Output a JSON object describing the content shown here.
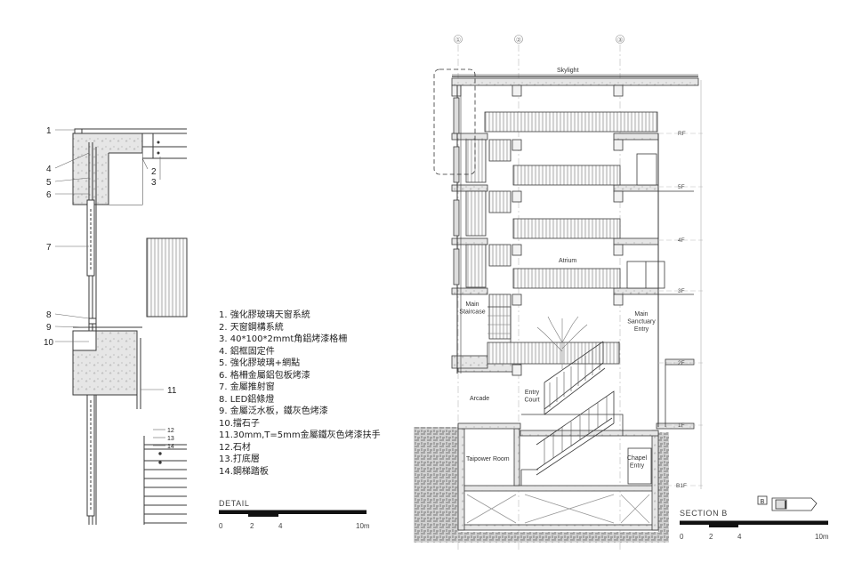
{
  "detail": {
    "callouts": [
      "1",
      "2",
      "3",
      "4",
      "5",
      "6",
      "7",
      "8",
      "9",
      "10",
      "11",
      "12",
      "13",
      "14"
    ],
    "legend": [
      "1. 強化膠玻璃天窗系統",
      "2. 天窗鋼構系統",
      "3. 40*100*2mmt角鋁烤漆格柵",
      "4. 鋁框固定件",
      "5. 強化膠玻璃+網點",
      "6. 格柵金屬鋁包板烤漆",
      "7. 金屬推射窗",
      "8. LED鋁條燈",
      "9. 金屬泛水板，鐵灰色烤漆",
      "10.擋石子",
      "11.30mm,T=5mm金屬鐵灰色烤漆扶手",
      "12.石材",
      "13.打底層",
      "14.鋼梯踏板"
    ],
    "scale_title": "DETAIL",
    "scale_ticks": [
      "0",
      "2",
      "4",
      "10m"
    ]
  },
  "section": {
    "labels": {
      "skylight": "Skylight",
      "atrium": "Atrium",
      "main_staircase": "Main\nStaircase",
      "main_sanctuary_entry": "Main\nSanctuary\nEntry",
      "arcade": "Arcade",
      "entry_court": "Entry\nCourt",
      "taipower_room": "Taipower Room",
      "chapel_entry": "Chapel\nEntry"
    },
    "floors": [
      "RF",
      "5F",
      "4F",
      "3F",
      "2F",
      "1F",
      "B1F"
    ],
    "grid_marks": [
      "①",
      "②",
      "③"
    ],
    "scale_title": "SECTION  B",
    "scale_ticks": [
      "0",
      "2",
      "4",
      "10m"
    ],
    "key_letter": "B"
  },
  "colors": {
    "line": "#3a3a3a",
    "fill": "#e9e9e9",
    "hatch": "#555555"
  }
}
